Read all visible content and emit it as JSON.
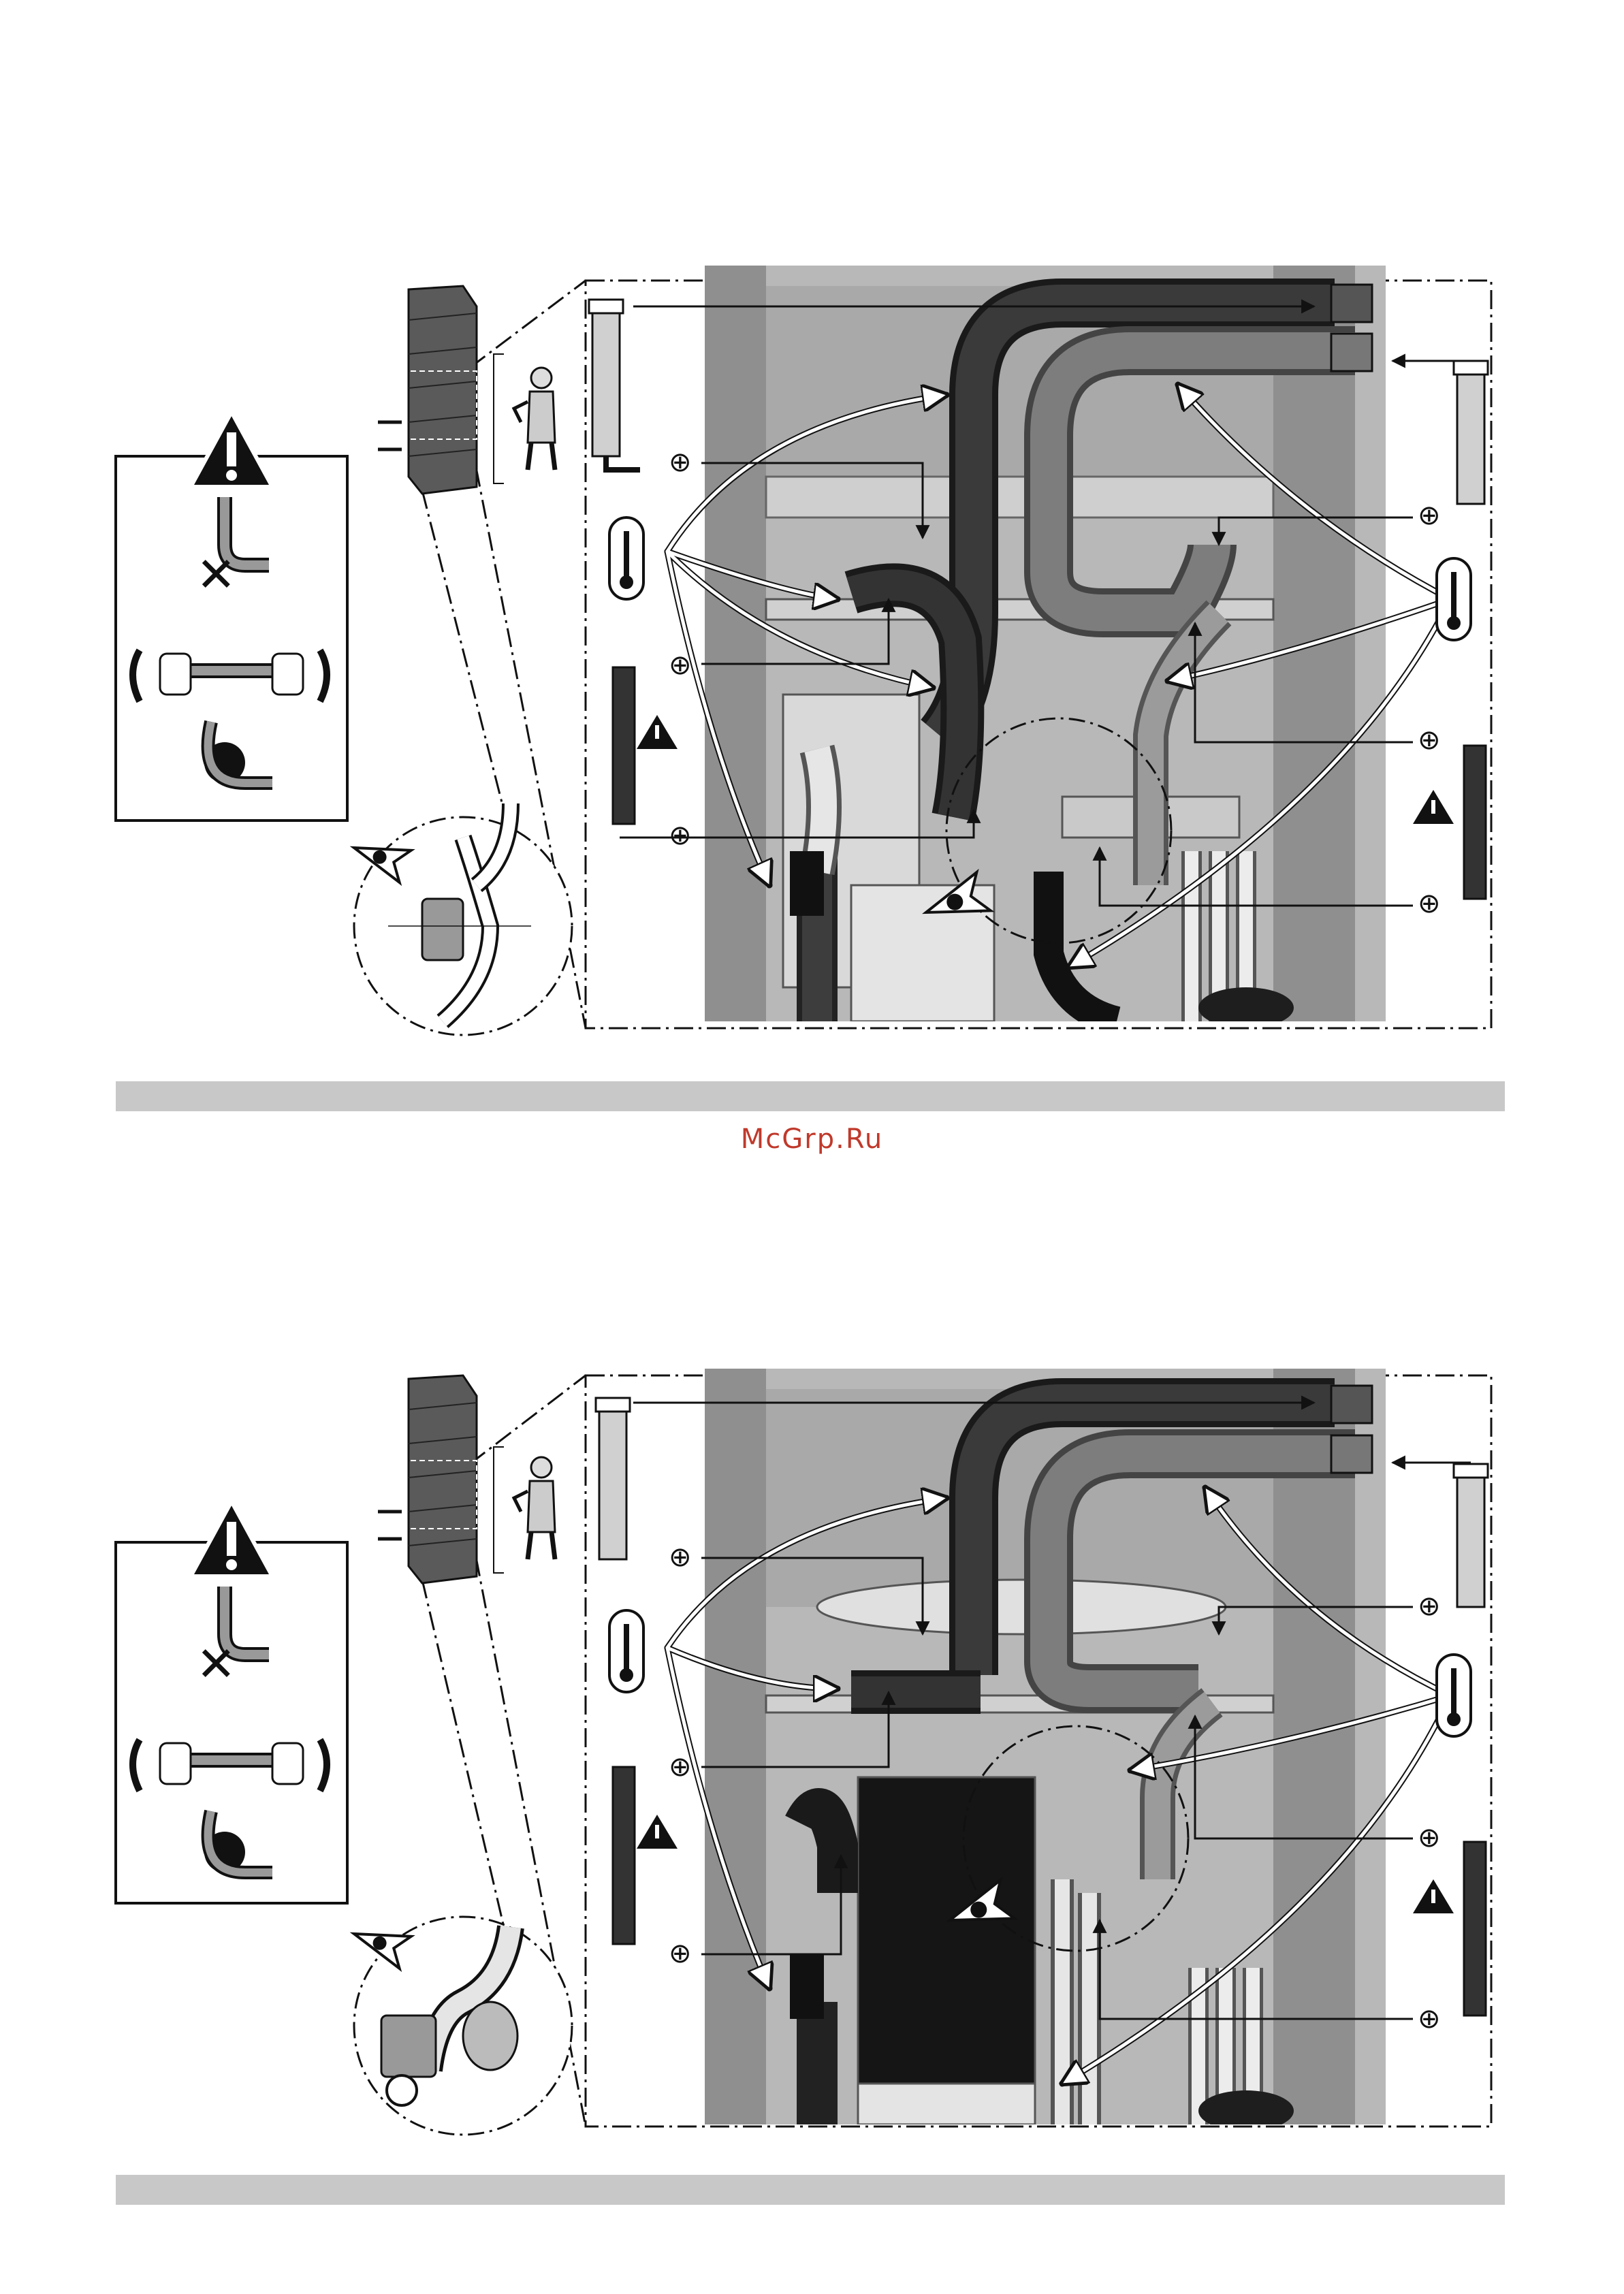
{
  "watermark": "McGrp.Ru",
  "colors": {
    "watermark": "#c0392b",
    "band": "#c8c8c8",
    "frame": "#111111",
    "cabinet": "#9a9a9a",
    "panel": "#b5b5b5",
    "pipe_dark": "#2e2e2e",
    "pipe_mid": "#7b7b7b",
    "pipe_light": "#d6d6d6"
  },
  "icons": [
    "warning-triangle-icon",
    "thermometer-icon",
    "hose-icon",
    "clip-icon",
    "eye-icon",
    "technician-icon",
    "heat-pump-unit-icon"
  ],
  "figures": [
    {
      "name": "figure-top"
    },
    {
      "name": "figure-bottom"
    }
  ]
}
